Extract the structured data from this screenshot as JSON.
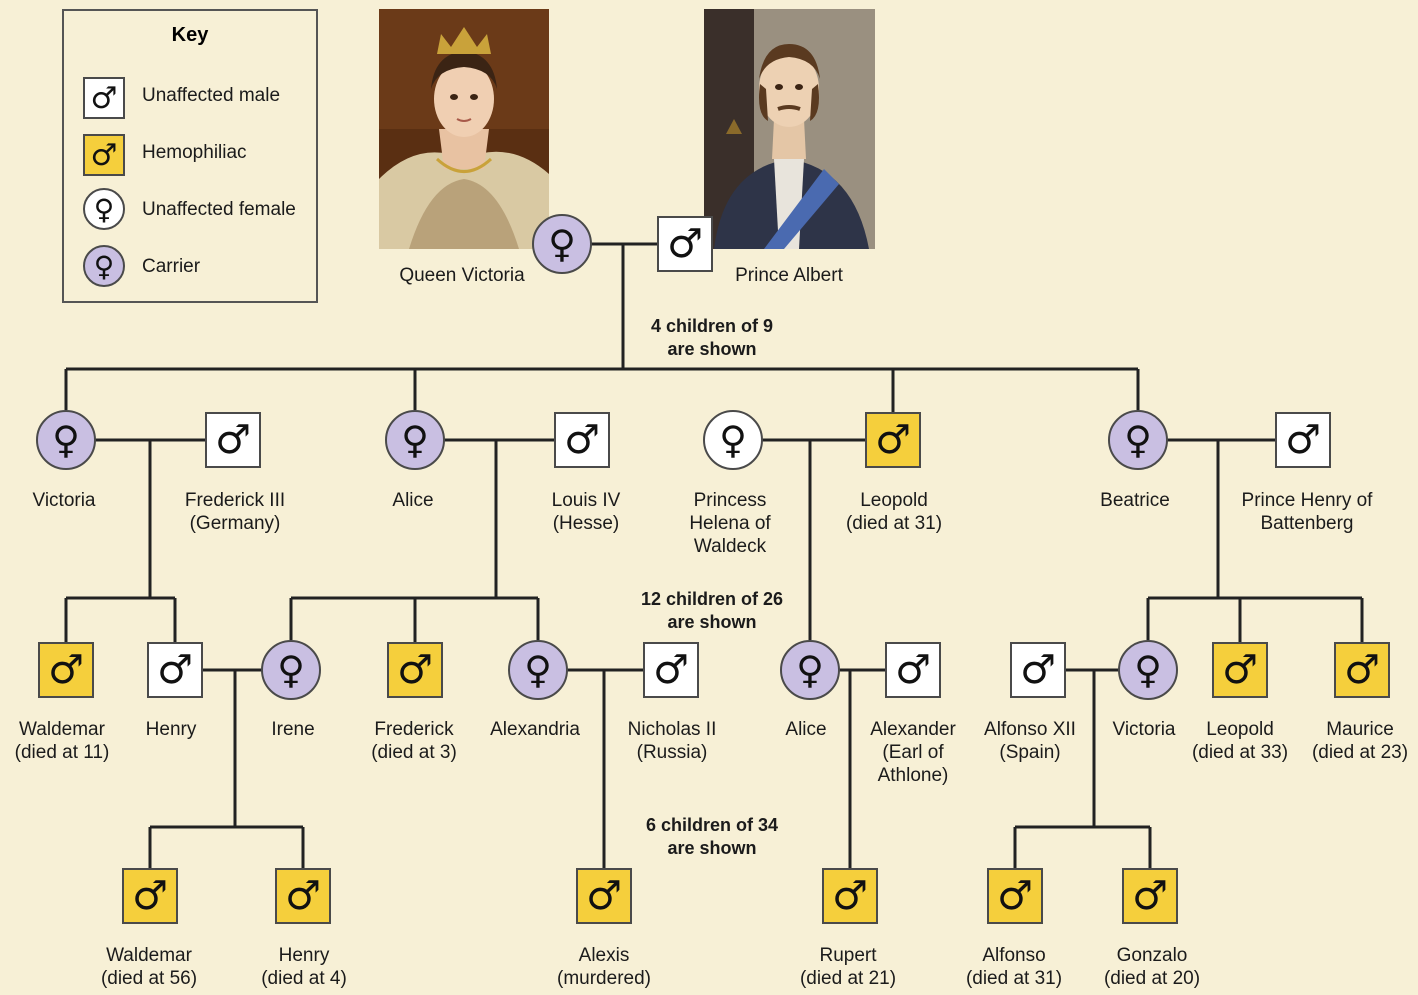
{
  "colors": {
    "hemophiliac": "#f5cf3c",
    "carrier": "#c9bfe2",
    "unaffected": "#ffffff",
    "background": "#f7f0d6"
  },
  "key": {
    "title": "Key",
    "items": [
      {
        "label": "Unaffected male",
        "icon": "male-symbol-icon"
      },
      {
        "label": "Hemophiliac",
        "icon": "male-symbol-icon"
      },
      {
        "label": "Unaffected female",
        "icon": "female-symbol-icon"
      },
      {
        "label": "Carrier",
        "icon": "female-symbol-icon"
      }
    ]
  },
  "notes": {
    "gen1": [
      "4 children of 9",
      "are shown"
    ],
    "gen2": [
      "12 children of 26",
      "are shown"
    ],
    "gen3": [
      "6 children of 34",
      "are shown"
    ]
  },
  "people": {
    "queen_victoria": [
      "Queen Victoria"
    ],
    "prince_albert": [
      "Prince Albert"
    ],
    "victoria": [
      "Victoria"
    ],
    "frederick_iii": [
      "Frederick III",
      "(Germany)"
    ],
    "alice": [
      "Alice"
    ],
    "louis_iv": [
      "Louis IV",
      "(Hesse)"
    ],
    "helena": [
      "Princess",
      "Helena of",
      "Waldeck"
    ],
    "leopold": [
      "Leopold",
      "(died at 31)"
    ],
    "beatrice": [
      "Beatrice"
    ],
    "henry_battenberg": [
      "Prince Henry of",
      "Battenberg"
    ],
    "waldemar_11": [
      "Waldemar",
      "(died at 11)"
    ],
    "henry": [
      "Henry"
    ],
    "irene": [
      "Irene"
    ],
    "frederick_3": [
      "Frederick",
      "(died at 3)"
    ],
    "alexandria": [
      "Alexandria"
    ],
    "nicholas_ii": [
      "Nicholas II",
      "(Russia)"
    ],
    "alice_2": [
      "Alice"
    ],
    "alexander": [
      "Alexander",
      "(Earl of",
      "Athlone)"
    ],
    "alfonso_xii": [
      "Alfonso XII",
      "(Spain)"
    ],
    "victoria_2": [
      "Victoria"
    ],
    "leopold_33": [
      "Leopold",
      "(died at 33)"
    ],
    "maurice": [
      "Maurice",
      "(died at 23)"
    ],
    "waldemar_56": [
      "Waldemar",
      "(died at 56)"
    ],
    "henry_4": [
      "Henry",
      "(died at 4)"
    ],
    "alexis": [
      "Alexis",
      "(murdered)"
    ],
    "rupert": [
      "Rupert",
      "(died at 21)"
    ],
    "alfonso": [
      "Alfonso",
      "(died at 31)"
    ],
    "gonzalo": [
      "Gonzalo",
      "(died at 20)"
    ]
  }
}
